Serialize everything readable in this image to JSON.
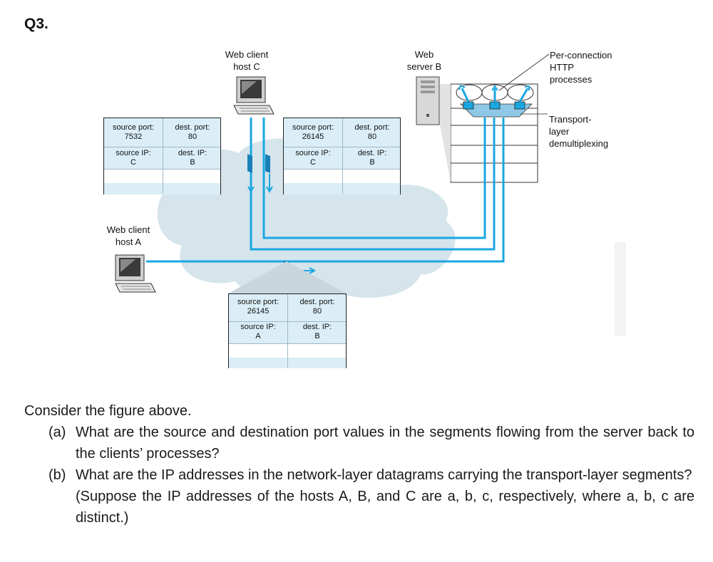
{
  "question_number": "Q3.",
  "figure": {
    "client_c_label": "Web client\nhost C",
    "server_b_label": "Web\nserver B",
    "client_a_label": "Web client\nhost A",
    "per_connection_label": "Per-connection\nHTTP\nprocesses",
    "demux_label": "Transport-\nlayer\ndemultiplexing",
    "headers": [
      {
        "id": "left",
        "source_port_label": "source port:",
        "source_port": "7532",
        "dest_port_label": "dest. port:",
        "dest_port": "80",
        "source_ip_label": "source IP:",
        "source_ip": "C",
        "dest_ip_label": "dest. IP:",
        "dest_ip": "B"
      },
      {
        "id": "middle",
        "source_port_label": "source port:",
        "source_port": "26145",
        "dest_port_label": "dest. port:",
        "dest_port": "80",
        "source_ip_label": "source IP:",
        "source_ip": "C",
        "dest_ip_label": "dest. IP:",
        "dest_ip": "B"
      },
      {
        "id": "bottom",
        "source_port_label": "source port:",
        "source_port": "26145",
        "dest_port_label": "dest. port:",
        "dest_port": "80",
        "source_ip_label": "source IP:",
        "source_ip": "A",
        "dest_ip_label": "dest. IP:",
        "dest_ip": "B"
      }
    ],
    "colors": {
      "link": "#1aa7e1",
      "cloud": "#d6e4ec",
      "header_fill": "#dbeef7",
      "panel": "#eeeeee"
    }
  },
  "question": {
    "intro": "Consider the figure above.",
    "parts": [
      {
        "tag": "(a)",
        "text": "What are the source and destination port values in the segments flowing from the server back to the clients’ processes?"
      },
      {
        "tag": "(b)",
        "text": "What are the IP addresses in the network-layer datagrams carrying the transport-layer segments?",
        "note": "(Suppose the IP addresses of the hosts A, B, and C are a, b, c, respectively, where a, b, c are distinct.)"
      }
    ]
  }
}
